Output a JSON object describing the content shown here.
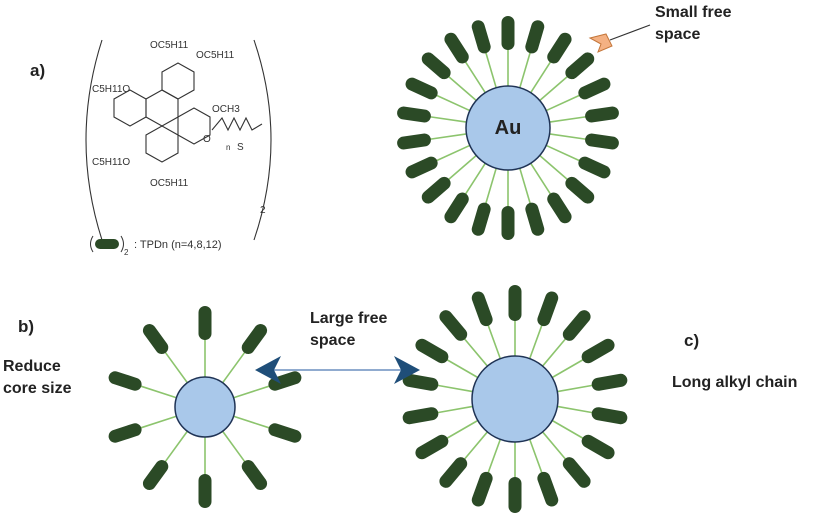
{
  "labels": {
    "a": "a)",
    "b": "b)",
    "c": "c)",
    "reduce_core": [
      "Reduce",
      "core size"
    ],
    "small_free": [
      "Small free",
      "space"
    ],
    "large_free": [
      "Large free",
      "space"
    ],
    "long_chain": "Long alkyl chain",
    "core": "Au"
  },
  "structure": {
    "groups": {
      "top_left": "OC5H11",
      "top_right": "OC5H11",
      "left_upper": "C5H11O",
      "right_upper": "OCH3",
      "linker": "O",
      "sulfur": "S",
      "chain_n": "n",
      "left_lower": "C5H11O",
      "bottom": "OC5H11",
      "paren_sub": "2"
    },
    "legend": {
      "sub": "2",
      "text": "TPDn (n=4,8,12)"
    }
  },
  "colors": {
    "ligand": "#2b4a26",
    "core": "#a9c8ea",
    "core_stroke": "#1f3355",
    "tether": "#8cc46d",
    "arrow_blue": "#1f4e79",
    "pointer_orange": "#f4b183"
  }
}
